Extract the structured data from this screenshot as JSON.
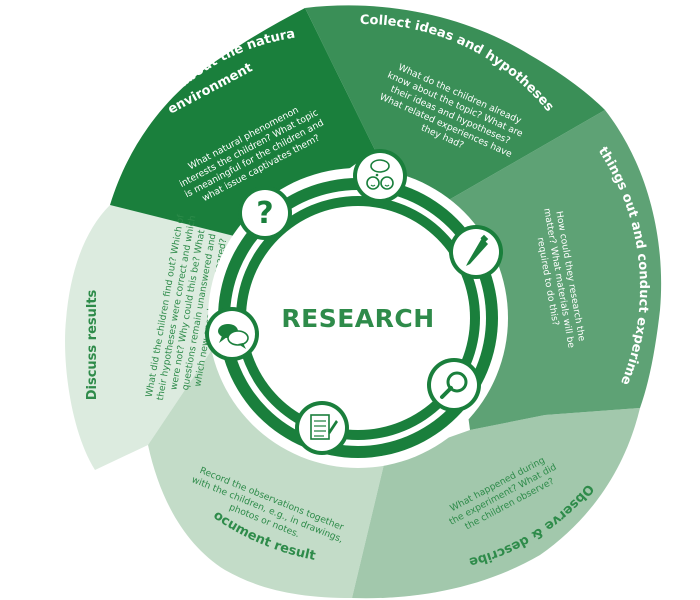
{
  "center": {
    "label": "RESEARCH"
  },
  "segments": [
    {
      "title": "Ask questions about the natural environment",
      "title_lines": [
        "Ask questions about the natural",
        "environment"
      ],
      "desc_lines": [
        "What natural phenomenon",
        "interests the children? What topic",
        "is meaningful for the children and",
        "what issue captivates them?"
      ],
      "icon": "question-mark-icon"
    },
    {
      "title": "Collect ideas and hypotheses",
      "title_lines": [
        "Collect ideas and hypotheses"
      ],
      "desc_lines": [
        "What do the children already",
        "know about the topic? What are",
        "their ideas and hypotheses?",
        "What related experiences have",
        "they had?"
      ],
      "icon": "children-thinking-icon"
    },
    {
      "title": "Try things out and conduct experiments",
      "title_lines": [
        "Try things out and conduct experiments"
      ],
      "desc_lines": [
        "How could they research the",
        "matter? What materials will be",
        "required to do this?"
      ],
      "icon": "pipette-icon"
    },
    {
      "title": "Observe & describe",
      "title_lines": [
        "Observe & describe"
      ],
      "desc_lines": [
        "What happened during",
        "the experiment? What did",
        "the children observe?"
      ],
      "icon": "magnifying-glass-icon"
    },
    {
      "title": "Document results",
      "title_lines": [
        "Document results"
      ],
      "desc_lines": [
        "Record the observations together",
        "with the children, e.g., in drawings,",
        "photos or notes."
      ],
      "icon": "notepad-pencil-icon"
    },
    {
      "title": "Discuss results",
      "title_lines": [
        "Discuss results"
      ],
      "desc_lines": [
        "What did the children find out? Which of",
        "their hypotheses were correct and which",
        "were not? Why could this be? What",
        "questions remain unanswered and",
        "which new ones have appeared?"
      ],
      "icon": "speech-bubbles-icon"
    }
  ],
  "colors": {
    "ring_1": "#1a7f3c",
    "ring_2": "#3a8f57",
    "ring_3": "#5ea275",
    "ring_4": "#a2c8ac",
    "ring_5": "#c3dcc8",
    "ring_6": "#dcebdf",
    "inner_ring": "#1a7f3c",
    "text_dark": "#2e8b4a",
    "white": "#ffffff"
  }
}
